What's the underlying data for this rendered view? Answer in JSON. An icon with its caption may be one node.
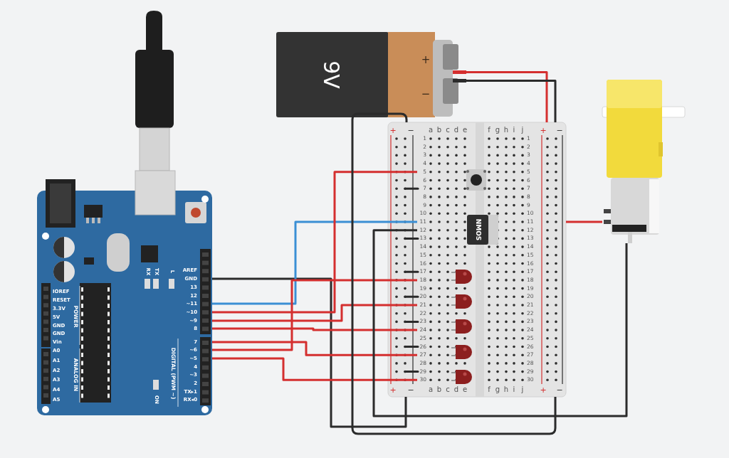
{
  "diagram": {
    "nodes": [
      {
        "text": [],
        "shape": "picture"
      },
      {
        "text": [
          "9V",
          "+",
          "−"
        ]
      },
      {
        "text": [
          "RX",
          "TX",
          "L",
          "AREF",
          "GND",
          "13",
          "12",
          "~11",
          "~10",
          "~9",
          "8",
          "IOREF",
          "RESET",
          "3.3V",
          "5V",
          "GND",
          "GND",
          "Vin",
          "POWER",
          "DIGITAL (PWM ~)",
          "7",
          "~6",
          "~5",
          "4",
          "~3",
          "2",
          "TX▸1",
          "RX◂0",
          "A0",
          "A1",
          "A2",
          "A3",
          "A4",
          "A5",
          "ANALOG IN",
          "ON"
        ]
      },
      {
        "text": [
          "+",
          "−",
          "a",
          "b",
          "c",
          "d",
          "e",
          "f",
          "g",
          "h",
          "i",
          "j",
          "+",
          "−",
          "1",
          "1",
          "2",
          "2",
          "3",
          "3",
          "4",
          "4",
          "5",
          "5",
          "6",
          "6",
          "7",
          "7",
          "8",
          "8",
          "9",
          "9",
          "10",
          "10",
          "11",
          "11",
          "12",
          "12",
          "13",
          "13",
          "14",
          "14",
          "15",
          "15",
          "16",
          "16",
          "17",
          "17",
          "18",
          "18",
          "19",
          "19",
          "20",
          "20",
          "21",
          "21",
          "22",
          "22",
          "23",
          "23",
          "24",
          "24",
          "25",
          "25",
          "26",
          "26",
          "27",
          "27",
          "28",
          "28",
          "29",
          "29",
          "30",
          "30",
          "+",
          "−",
          "a",
          "b",
          "c",
          "d",
          "e",
          "f",
          "g",
          "h",
          "i",
          "j",
          "+",
          "−"
        ]
      },
      {
        "text": [],
        "shape": "picture",
        "in": 3
      },
      {
        "text": [
          "NMOS"
        ],
        "in": 3
      },
      {
        "text": [],
        "shape": "picture",
        "in": 3
      },
      {
        "text": [],
        "shape": "picture",
        "in": 3
      },
      {
        "text": [],
        "shape": "picture",
        "in": 3
      },
      {
        "text": [],
        "shape": "picture",
        "in": 3
      },
      {
        "text": [],
        "shape": "picture",
        "in": 3
      },
      {
        "text": [],
        "shape": "picture"
      }
    ],
    "edges": [
      {
        "from": 1,
        "to": 3,
        "arrow": "none"
      },
      {
        "from": 1,
        "to": 3,
        "arrow": "none",
        "color": "#2b2b2b"
      },
      {
        "from": 2,
        "to": 3,
        "arrow": "none",
        "color": "#2b2b2b"
      },
      {
        "from": 2,
        "to": 3,
        "arrow": "none",
        "color": "#3b8fd4"
      },
      {
        "from": 2,
        "to": 3,
        "arrow": "none"
      },
      {
        "from": 2,
        "to": 3,
        "arrow": "none"
      },
      {
        "from": 2,
        "to": 3,
        "arrow": "none"
      },
      {
        "from": 2,
        "to": 3,
        "arrow": "none"
      },
      {
        "from": 2,
        "to": 3,
        "arrow": "none"
      },
      {
        "from": 2,
        "to": 3,
        "arrow": "none"
      },
      {
        "from": 3,
        "to": 11,
        "arrow": "none"
      },
      {
        "from": 3,
        "to": 11,
        "arrow": "none",
        "color": "#2b2b2b"
      }
    ]
  }
}
